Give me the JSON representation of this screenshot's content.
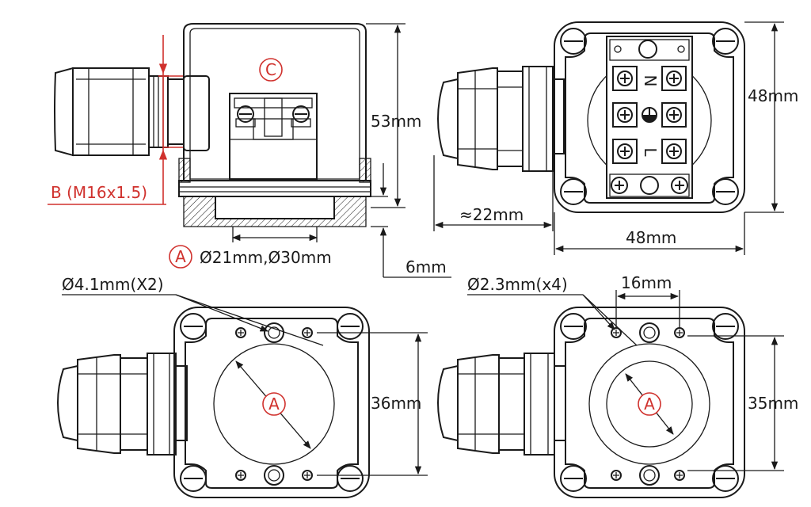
{
  "labels": {
    "side_height": "53mm",
    "top_height": "48mm",
    "top_width": "48mm",
    "gland_length": "≈22mm",
    "base_offset": "6mm",
    "thread": "B (M16x1.5)",
    "opening_diameters": "Ø21mm,Ø30mm",
    "hole_large": "Ø4.1mm(X2)",
    "hole_small": "Ø2.3mm(x4)",
    "spacing": "16mm",
    "height_left": "36mm",
    "height_right": "35mm"
  },
  "markers": {
    "a": "A",
    "c": "C"
  },
  "terminal_marks": {
    "n": "N",
    "l": "L"
  },
  "colors": {
    "line": "#1a1a1a",
    "accent": "#d0312d"
  }
}
